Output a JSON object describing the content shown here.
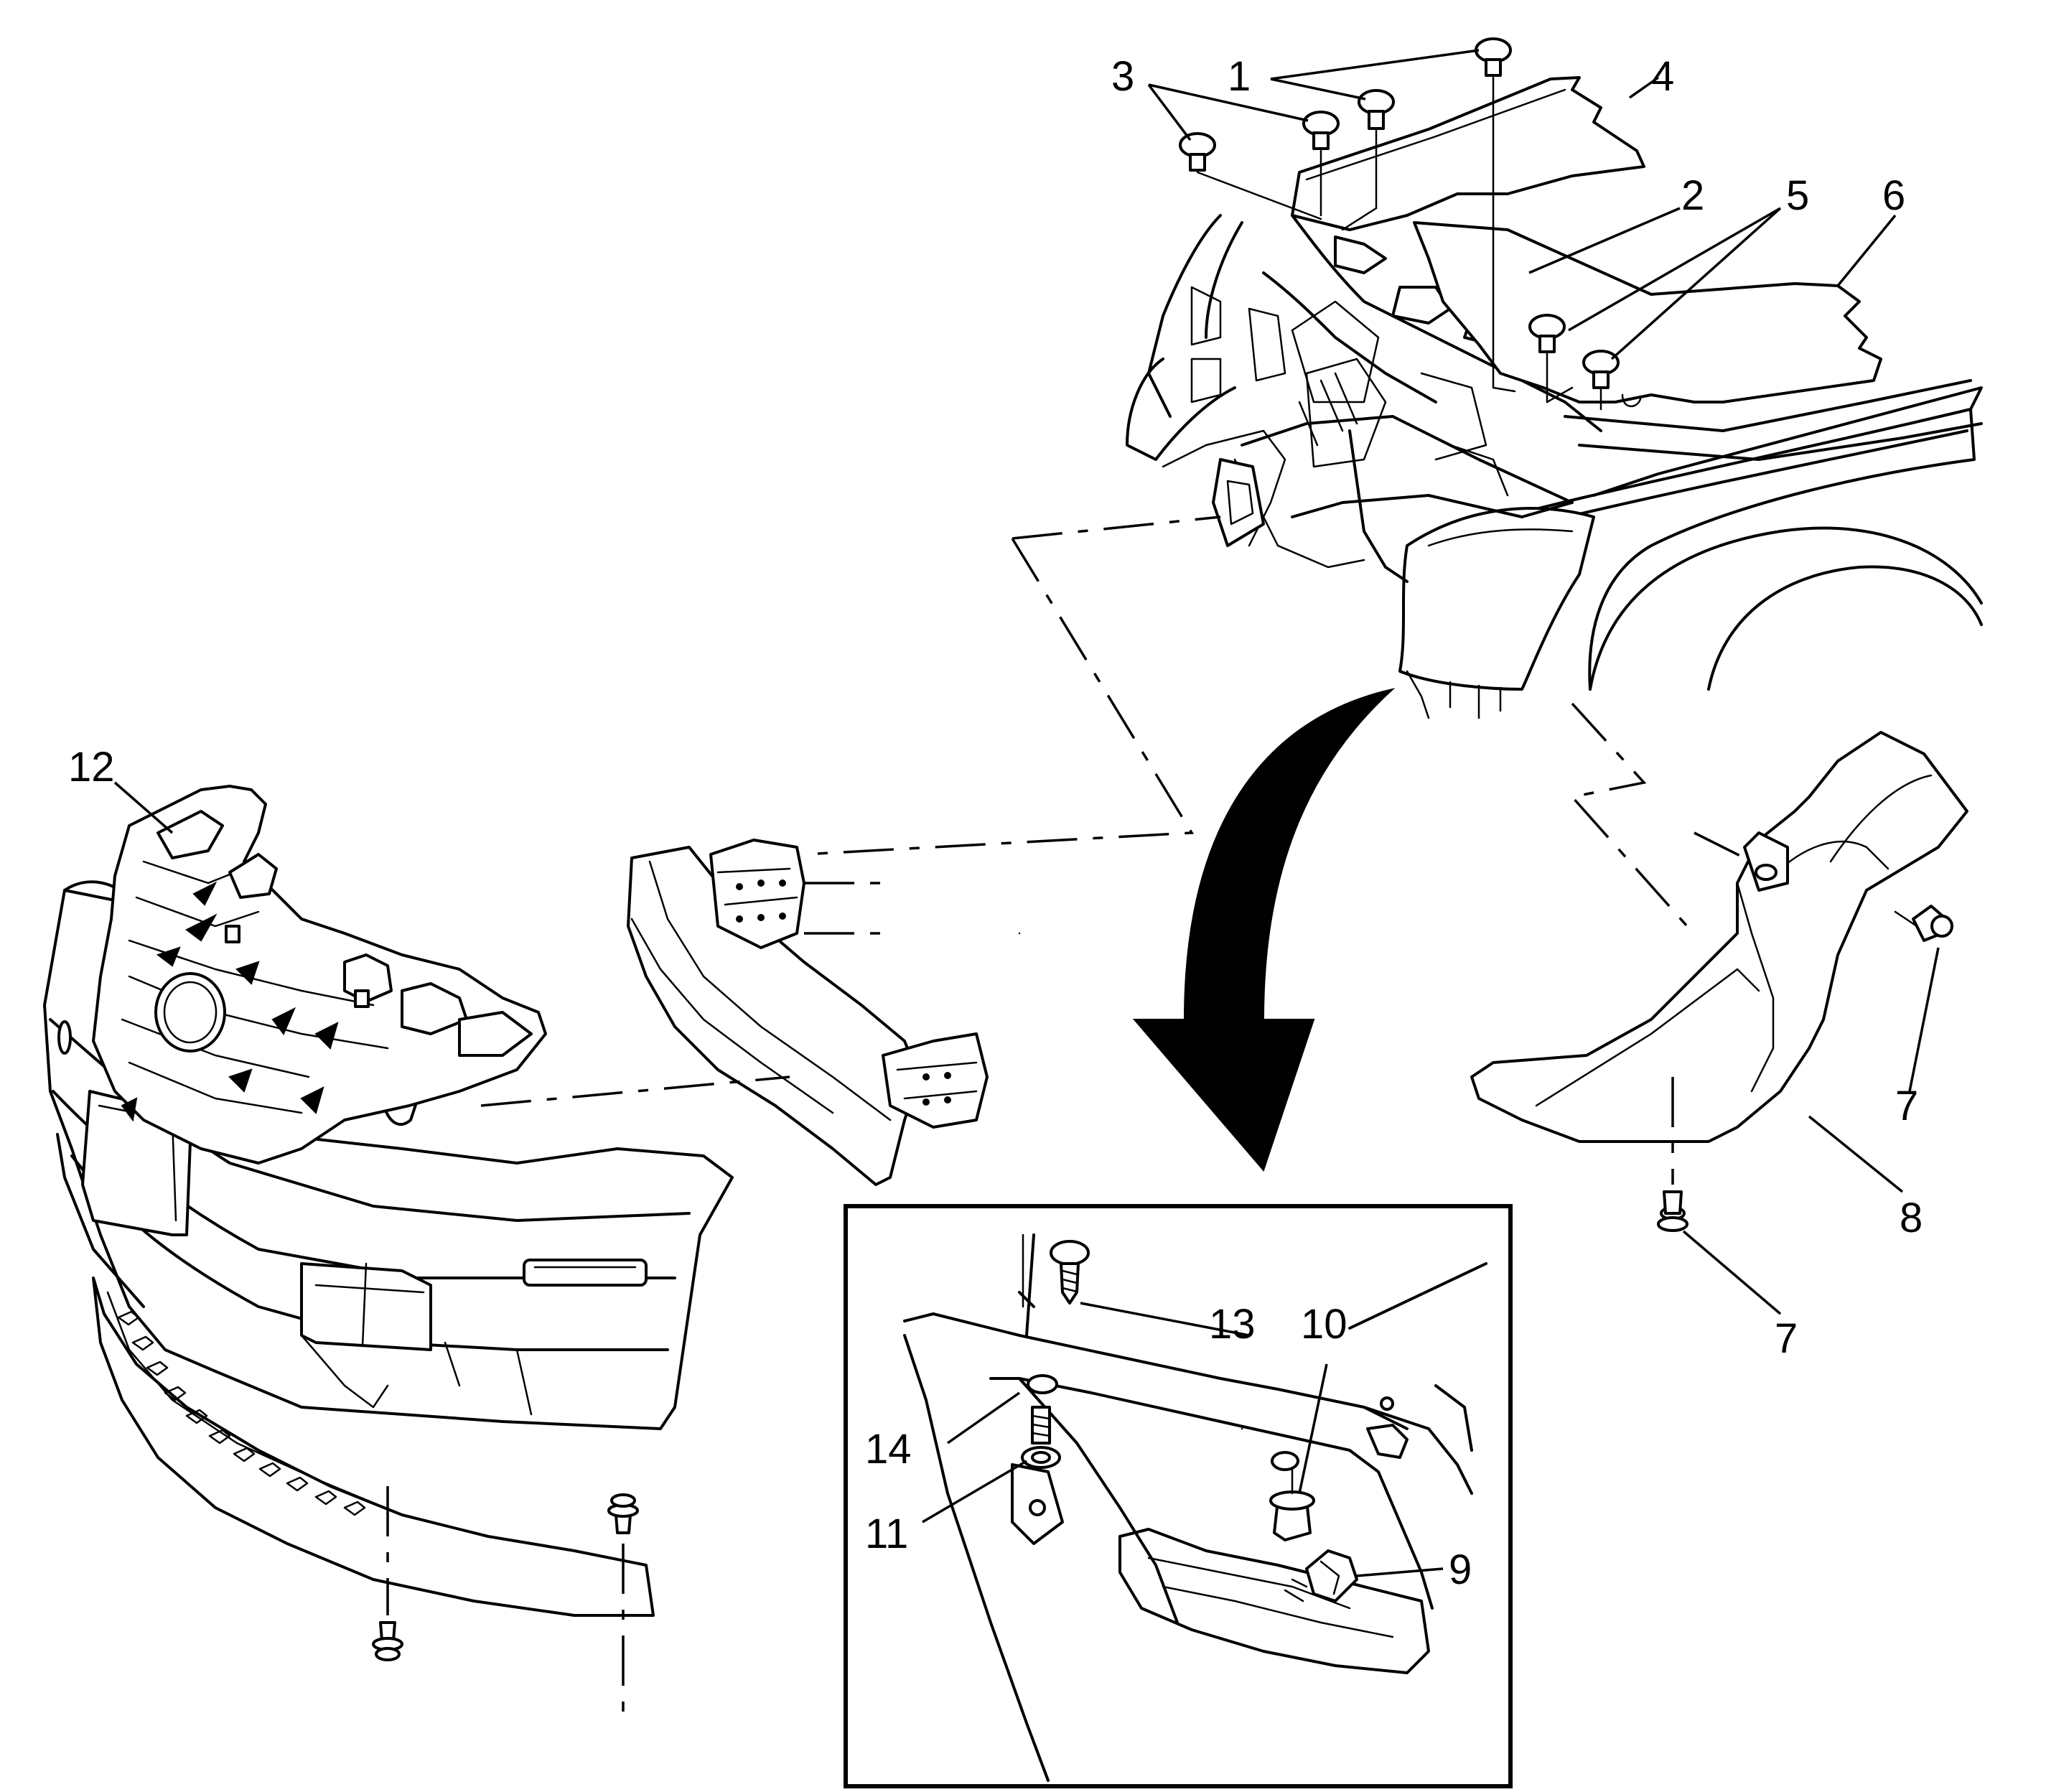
{
  "callouts": {
    "c1": "1",
    "c2": "2",
    "c3": "3",
    "c4": "4",
    "c5": "5",
    "c6": "6",
    "c7_upper": "7",
    "c7_lower": "7",
    "c8": "8",
    "c9": "9",
    "c10": "10",
    "c11": "11",
    "c12": "12",
    "c13": "13",
    "c14": "14"
  }
}
